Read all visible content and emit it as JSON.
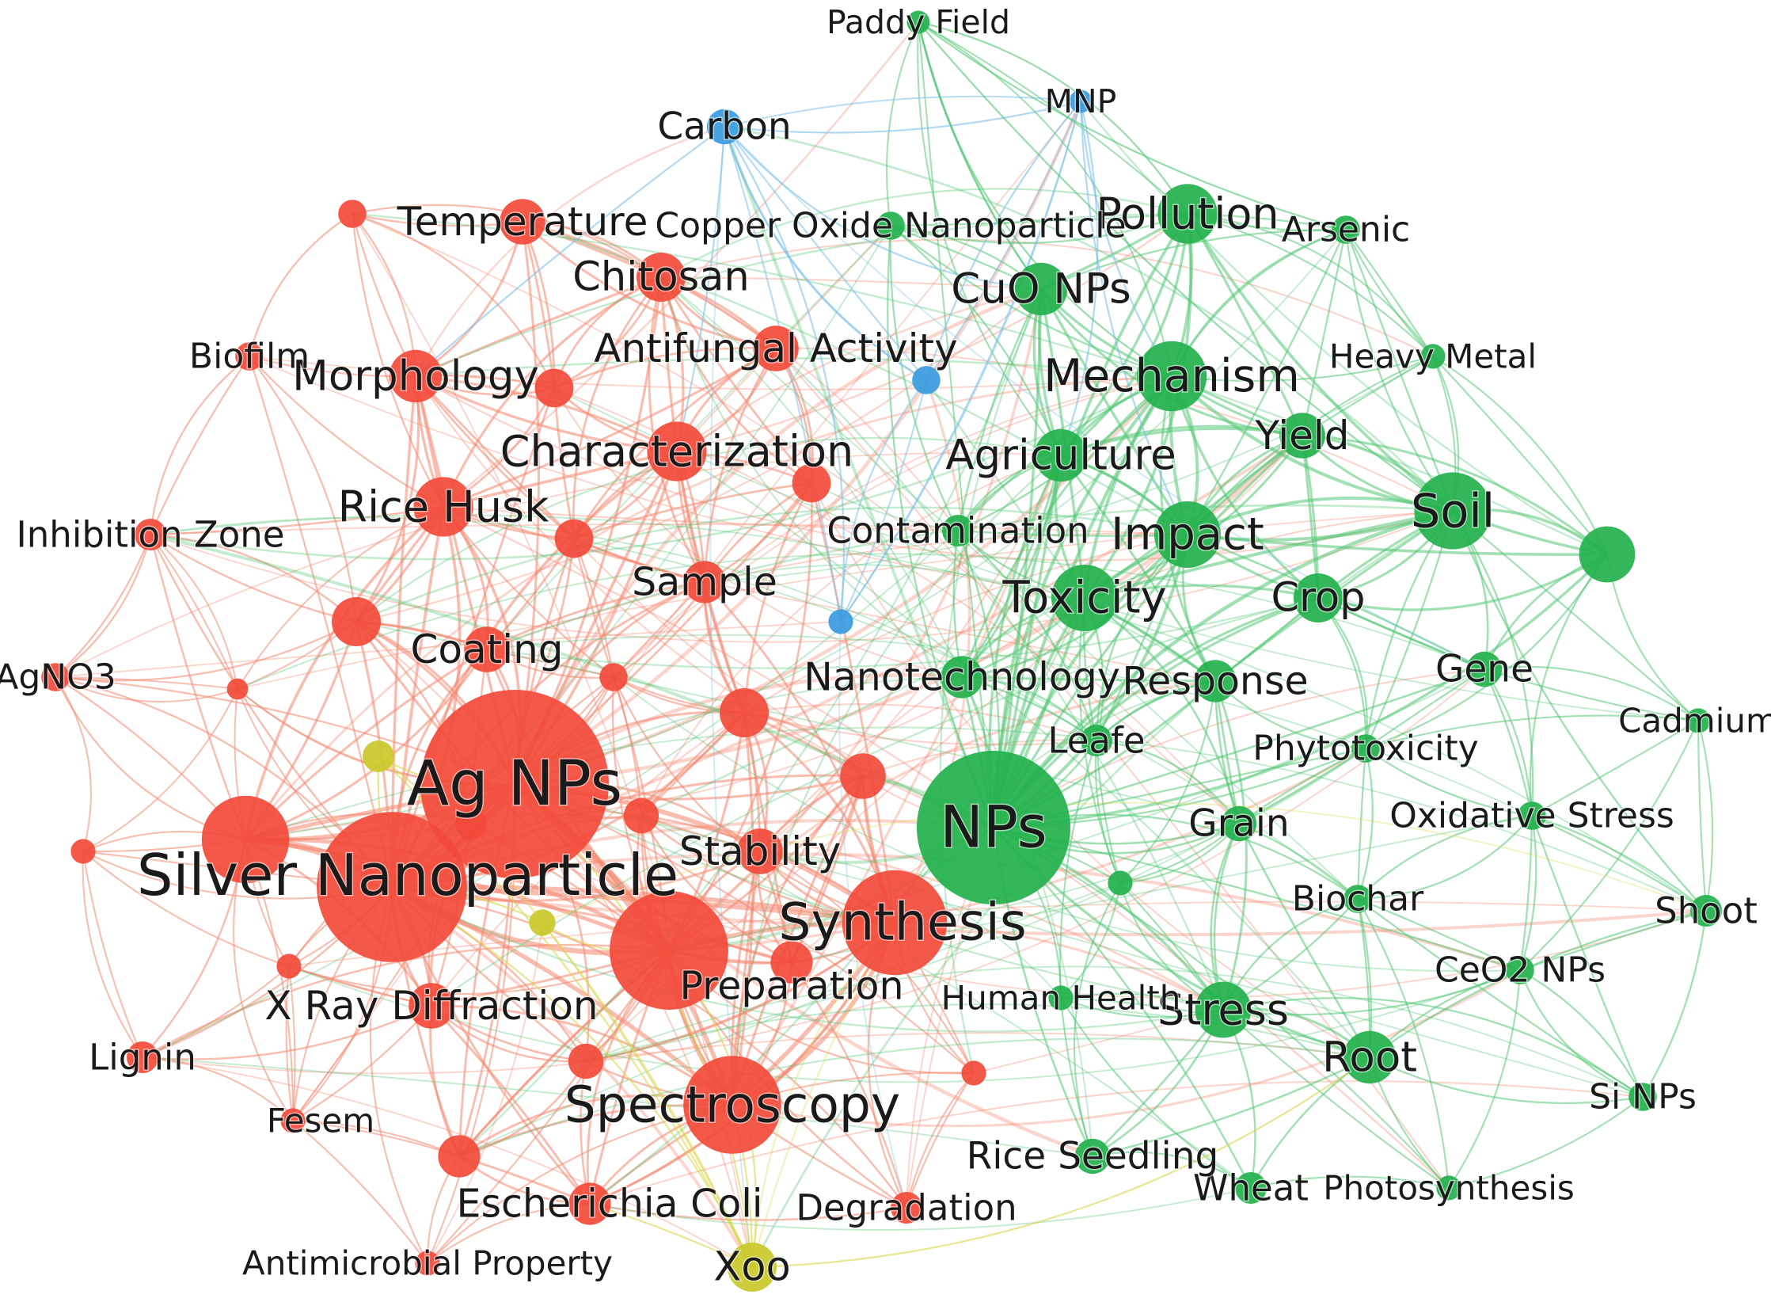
{
  "clusters": {
    "red": {
      "color": "#f24a3a",
      "edge": "#f4866f"
    },
    "green": {
      "color": "#23b14d",
      "edge": "#52c675"
    },
    "blue": {
      "color": "#3a9be0",
      "edge": "#7cbfe9"
    },
    "yellow": {
      "color": "#c9c92a",
      "edge": "#d9d64a"
    }
  },
  "nodes": [
    {
      "id": "ag_nps",
      "label": "Ag NPs",
      "cluster": "red",
      "weight": 1.0
    },
    {
      "id": "silver_np",
      "label": "Silver Nanoparticle",
      "cluster": "red",
      "weight": 0.78
    },
    {
      "id": "synthesis",
      "label": "Synthesis",
      "cluster": "red",
      "weight": 0.52
    },
    {
      "id": "spectroscopy",
      "label": "Spectroscopy",
      "cluster": "red",
      "weight": 0.48
    },
    {
      "id": "red_big",
      "label": "",
      "cluster": "red",
      "weight": 0.6
    },
    {
      "id": "red_left_big",
      "label": "",
      "cluster": "red",
      "weight": 0.42
    },
    {
      "id": "characterization",
      "label": "Characterization",
      "cluster": "red",
      "weight": 0.26
    },
    {
      "id": "rice_husk",
      "label": "Rice Husk",
      "cluster": "red",
      "weight": 0.26
    },
    {
      "id": "morphology",
      "label": "Morphology",
      "cluster": "red",
      "weight": 0.22
    },
    {
      "id": "temperature",
      "label": "Temperature",
      "cluster": "red",
      "weight": 0.18
    },
    {
      "id": "chitosan",
      "label": "Chitosan",
      "cluster": "red",
      "weight": 0.2
    },
    {
      "id": "antifungal",
      "label": "Antifungal Activity",
      "cluster": "red",
      "weight": 0.18
    },
    {
      "id": "sample",
      "label": "Sample",
      "cluster": "red",
      "weight": 0.16
    },
    {
      "id": "coating",
      "label": "Coating",
      "cluster": "red",
      "weight": 0.18
    },
    {
      "id": "stability",
      "label": "Stability",
      "cluster": "red",
      "weight": 0.18
    },
    {
      "id": "preparation",
      "label": "Preparation",
      "cluster": "red",
      "weight": 0.16
    },
    {
      "id": "xrd",
      "label": "X Ray Diffraction",
      "cluster": "red",
      "weight": 0.18
    },
    {
      "id": "biofilm",
      "label": "Biofilm",
      "cluster": "red",
      "weight": 0.08
    },
    {
      "id": "inhibition",
      "label": "Inhibition Zone",
      "cluster": "red",
      "weight": 0.1
    },
    {
      "id": "agno3",
      "label": "AgNO3",
      "cluster": "red",
      "weight": 0.08
    },
    {
      "id": "lignin",
      "label": "Lignin",
      "cluster": "red",
      "weight": 0.1
    },
    {
      "id": "fesem",
      "label": "Fesem",
      "cluster": "red",
      "weight": 0.06
    },
    {
      "id": "ecoli",
      "label": "Escherichia Coli",
      "cluster": "red",
      "weight": 0.16
    },
    {
      "id": "degradation",
      "label": "Degradation",
      "cluster": "red",
      "weight": 0.1
    },
    {
      "id": "antimicrobial",
      "label": "Antimicrobial Property",
      "cluster": "red",
      "weight": 0.06
    },
    {
      "id": "r1",
      "label": "",
      "cluster": "red",
      "weight": 0.08
    },
    {
      "id": "r2",
      "label": "",
      "cluster": "red",
      "weight": 0.14
    },
    {
      "id": "r3",
      "label": "",
      "cluster": "red",
      "weight": 0.14
    },
    {
      "id": "r4",
      "label": "",
      "cluster": "red",
      "weight": 0.14
    },
    {
      "id": "r5",
      "label": "",
      "cluster": "red",
      "weight": 0.2
    },
    {
      "id": "r6",
      "label": "",
      "cluster": "red",
      "weight": 0.06
    },
    {
      "id": "r7",
      "label": "",
      "cluster": "red",
      "weight": 0.04
    },
    {
      "id": "r8",
      "label": "",
      "cluster": "red",
      "weight": 0.18
    },
    {
      "id": "r9",
      "label": "",
      "cluster": "red",
      "weight": 0.2
    },
    {
      "id": "r10",
      "label": "",
      "cluster": "red",
      "weight": 0.12
    },
    {
      "id": "r11",
      "label": "",
      "cluster": "red",
      "weight": 0.08
    },
    {
      "id": "r12",
      "label": "",
      "cluster": "red",
      "weight": 0.12
    },
    {
      "id": "r13",
      "label": "",
      "cluster": "red",
      "weight": 0.16
    },
    {
      "id": "r14",
      "label": "",
      "cluster": "red",
      "weight": 0.06
    },
    {
      "id": "r15",
      "label": "",
      "cluster": "red",
      "weight": 0.06
    },
    {
      "id": "r16",
      "label": "",
      "cluster": "red",
      "weight": 0.1
    },
    {
      "id": "nps",
      "label": "NPs",
      "cluster": "green",
      "weight": 0.8
    },
    {
      "id": "soil",
      "label": "Soil",
      "cluster": "green",
      "weight": 0.36
    },
    {
      "id": "mechanism",
      "label": "Mechanism",
      "cluster": "green",
      "weight": 0.32
    },
    {
      "id": "pollution",
      "label": "Pollution",
      "cluster": "green",
      "weight": 0.26
    },
    {
      "id": "impact",
      "label": "Impact",
      "cluster": "green",
      "weight": 0.3
    },
    {
      "id": "toxicity",
      "label": "Toxicity",
      "cluster": "green",
      "weight": 0.3
    },
    {
      "id": "cuo",
      "label": "CuO NPs",
      "cluster": "green",
      "weight": 0.22
    },
    {
      "id": "agriculture",
      "label": "Agriculture",
      "cluster": "green",
      "weight": 0.22
    },
    {
      "id": "yield",
      "label": "Yield",
      "cluster": "green",
      "weight": 0.18
    },
    {
      "id": "crop",
      "label": "Crop",
      "cluster": "green",
      "weight": 0.2
    },
    {
      "id": "stress",
      "label": "Stress",
      "cluster": "green",
      "weight": 0.24
    },
    {
      "id": "root",
      "label": "Root",
      "cluster": "green",
      "weight": 0.22
    },
    {
      "id": "g_right",
      "label": "",
      "cluster": "green",
      "weight": 0.24
    },
    {
      "id": "response",
      "label": "Response",
      "cluster": "green",
      "weight": 0.16
    },
    {
      "id": "nanotech",
      "label": "Nanotechnology",
      "cluster": "green",
      "weight": 0.16
    },
    {
      "id": "gene",
      "label": "Gene",
      "cluster": "green",
      "weight": 0.12
    },
    {
      "id": "grain",
      "label": "Grain",
      "cluster": "green",
      "weight": 0.12
    },
    {
      "id": "leafe",
      "label": "Leafe",
      "cluster": "green",
      "weight": 0.1
    },
    {
      "id": "phytotox",
      "label": "Phytotoxicity",
      "cluster": "green",
      "weight": 0.08
    },
    {
      "id": "oxstress",
      "label": "Oxidative Stress",
      "cluster": "green",
      "weight": 0.08
    },
    {
      "id": "biochar",
      "label": "Biochar",
      "cluster": "green",
      "weight": 0.08
    },
    {
      "id": "contamination",
      "label": "Contamination",
      "cluster": "green",
      "weight": 0.1
    },
    {
      "id": "arsenic",
      "label": "Arsenic",
      "cluster": "green",
      "weight": 0.08
    },
    {
      "id": "heavymetal",
      "label": "Heavy Metal",
      "cluster": "green",
      "weight": 0.06
    },
    {
      "id": "cadmium",
      "label": "Cadmium",
      "cluster": "green",
      "weight": 0.06
    },
    {
      "id": "shoot",
      "label": "Shoot",
      "cluster": "green",
      "weight": 0.1
    },
    {
      "id": "ceo2",
      "label": "CeO2 NPs",
      "cluster": "green",
      "weight": 0.08
    },
    {
      "id": "sinps",
      "label": "Si NPs",
      "cluster": "green",
      "weight": 0.08
    },
    {
      "id": "photosyn",
      "label": "Photosynthesis",
      "cluster": "green",
      "weight": 0.06
    },
    {
      "id": "wheat",
      "label": "Wheat",
      "cluster": "green",
      "weight": 0.1
    },
    {
      "id": "riceseed",
      "label": "Rice Seedling",
      "cluster": "green",
      "weight": 0.12
    },
    {
      "id": "humanhealth",
      "label": "Human Health",
      "cluster": "green",
      "weight": 0.06
    },
    {
      "id": "paddy",
      "label": "Paddy Field",
      "cluster": "green",
      "weight": 0.05
    },
    {
      "id": "cuoxide",
      "label": "Copper Oxide Nanoparticle",
      "cluster": "green",
      "weight": 0.08
    },
    {
      "id": "g1",
      "label": "",
      "cluster": "green",
      "weight": 0.06
    },
    {
      "id": "carbon",
      "label": "Carbon",
      "cluster": "blue",
      "weight": 0.12
    },
    {
      "id": "mnp",
      "label": "MNP",
      "cluster": "blue",
      "weight": 0.05
    },
    {
      "id": "b1",
      "label": "",
      "cluster": "blue",
      "weight": 0.08
    },
    {
      "id": "b2",
      "label": "",
      "cluster": "blue",
      "weight": 0.06
    },
    {
      "id": "xoo",
      "label": "Xoo",
      "cluster": "yellow",
      "weight": 0.2
    },
    {
      "id": "y1",
      "label": "",
      "cluster": "yellow",
      "weight": 0.1
    },
    {
      "id": "y2",
      "label": "",
      "cluster": "yellow",
      "weight": 0.07
    }
  ]
}
